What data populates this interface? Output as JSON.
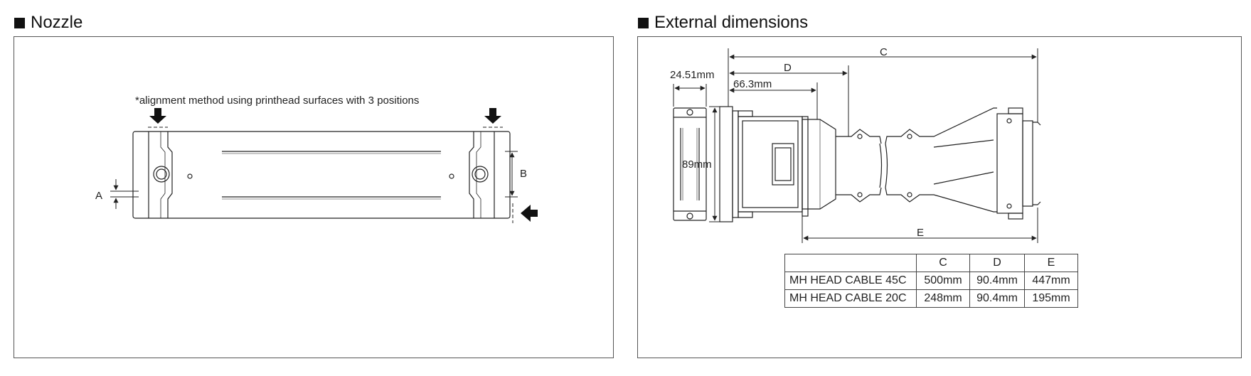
{
  "nozzle": {
    "title": "Nozzle",
    "note": "*alignment method using printhead surfaces with 3 positions",
    "label_a": "A",
    "label_b": "B"
  },
  "external": {
    "title": "External dimensions",
    "dim_width": "24.51mm",
    "dim_height": "89mm",
    "dim_inner": "66.3mm",
    "label_c": "C",
    "label_d": "D",
    "label_e": "E",
    "table": {
      "headers": [
        "",
        "C",
        "D",
        "E"
      ],
      "rows": [
        [
          "MH HEAD CABLE 45C",
          "500mm",
          "90.4mm",
          "447mm"
        ],
        [
          "MH HEAD CABLE 20C",
          "248mm",
          "90.4mm",
          "195mm"
        ]
      ]
    }
  }
}
